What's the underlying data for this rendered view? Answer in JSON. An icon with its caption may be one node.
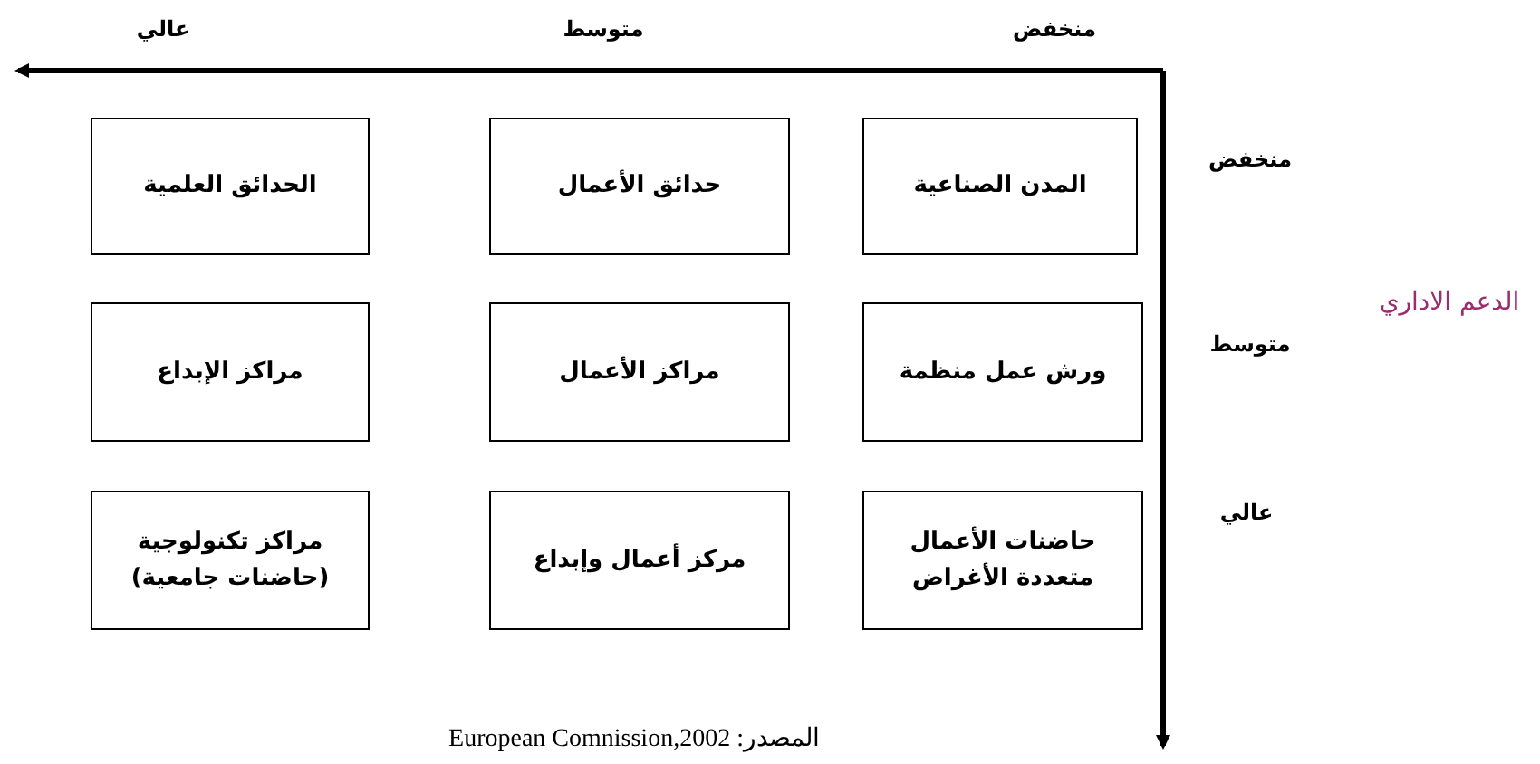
{
  "diagram": {
    "caption": "المصدر: European Comnission,2002",
    "nodes": [
      {
        "text": [
          "المدن الصناعية"
        ]
      },
      {
        "text": [
          "حدائق الأعمال"
        ]
      },
      {
        "text": [
          "الحدائق العلمية"
        ]
      },
      {
        "text": [
          "ورش عمل منظمة"
        ]
      },
      {
        "text": [
          "مراكز الأعمال"
        ]
      },
      {
        "text": [
          "مراكز الإبداع"
        ]
      },
      {
        "text": [
          "حاضنات الأعمال متعددة الأغراض"
        ]
      },
      {
        "text": [
          "مركز أعمال وإبداع"
        ]
      },
      {
        "text": [
          "مراكز تكنولوجية (حاضنات جامعية)"
        ]
      }
    ],
    "labels": [
      "منخفض",
      "متوسط",
      "عالي",
      "منخفض",
      "متوسط",
      "عالي",
      "الدعم الاداري"
    ]
  }
}
